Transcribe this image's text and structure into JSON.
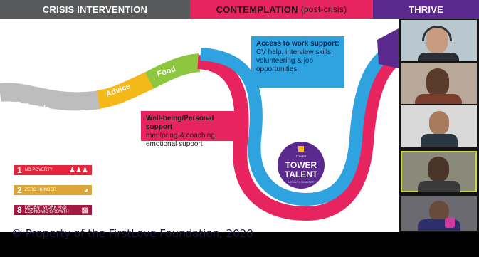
{
  "slide": {
    "headers": {
      "crisis": "CRISIS INTERVENTION",
      "contemplation": "CONTEMPLATION",
      "contemplation_sub": "(post-crisis)",
      "thrive": "THRIVE"
    },
    "path_labels": {
      "referrals": "Referrals",
      "advice": "Advice",
      "food": "Food"
    },
    "access_box": {
      "title": "Access to work support:",
      "body": "CV help, interview skills, volunteering & job opportunities"
    },
    "wellbeing_box": {
      "title": "Well-being/Personal support",
      "body": "mentoring & coaching, emotional support"
    },
    "logo": {
      "small": "TOWER",
      "line1": "TOWER",
      "line2": "TALENT",
      "tagline": "LOYALTY MINDSET"
    },
    "sdgs": [
      {
        "number": "1",
        "label": "NO POVERTY",
        "icon": "family-icon",
        "color": "#e5243b"
      },
      {
        "number": "2",
        "label": "ZERO HUNGER",
        "icon": "bowl-icon",
        "color": "#dda63a"
      },
      {
        "number": "8",
        "label": "DECENT WORK AND ECONOMIC GROWTH",
        "icon": "growth-chart-icon",
        "color": "#a21942"
      }
    ],
    "copyright": "© Property of the FirstLove Foundation, 2020"
  },
  "colors": {
    "crisis_header": "#58595b",
    "contemplation_header": "#e8245f",
    "thrive_header": "#5c2a8f",
    "path_grey": "#bdbdbd",
    "path_yellow": "#f5b819",
    "path_green": "#8dc63f",
    "path_pink": "#e8245f",
    "path_blue": "#2ea3e0",
    "path_purple": "#5c2a8f",
    "active_speaker": "#c9d94a"
  },
  "participants": [
    {
      "name": "participant-1",
      "active": false
    },
    {
      "name": "participant-2",
      "active": false
    },
    {
      "name": "participant-3",
      "active": false
    },
    {
      "name": "participant-4",
      "active": true
    },
    {
      "name": "participant-5",
      "active": false
    }
  ]
}
